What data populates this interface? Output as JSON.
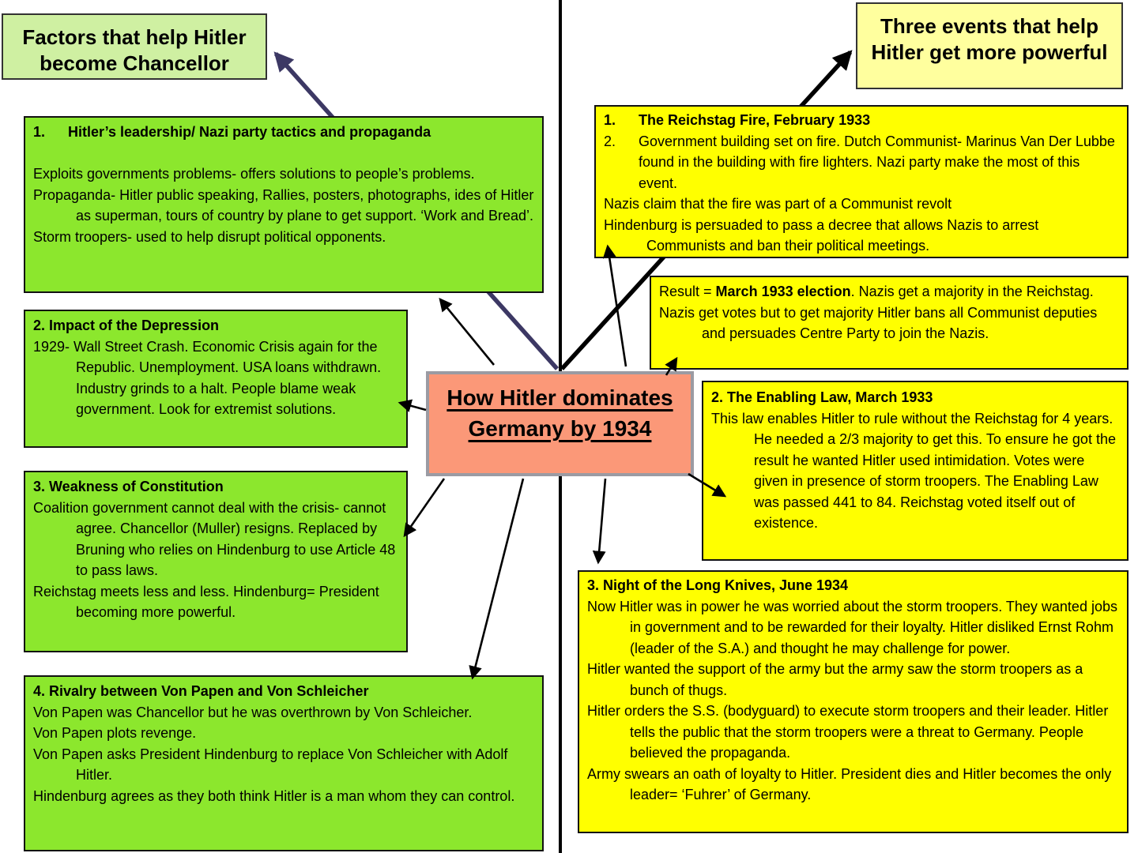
{
  "colors": {
    "bright_green": "#8CE72D",
    "pale_green": "#CFF0A2",
    "bright_yellow": "#FFFF00",
    "pale_yellow": "#FFFF9E",
    "center_salmon": "#FB9878",
    "purple_arrow": "#3C3864",
    "black_arrow": "#000000"
  },
  "center": {
    "line1": "How Hitler dominates",
    "line2": "Germany by 1934"
  },
  "left_header": {
    "line1": "Factors that help Hitler",
    "line2": "become Chancellor"
  },
  "right_header": {
    "line1": "Three events that help",
    "line2": "Hitler get more powerful"
  },
  "green_boxes": [
    {
      "num": "1.",
      "title": "Hitler’s leadership/ Nazi party tactics and propaganda",
      "paragraphs": [
        "Exploits governments problems- offers solutions to people’s problems.",
        "Propaganda- Hitler public speaking, Rallies, posters, photographs, ides of Hitler as superman, tours of country by plane to get support. ‘Work and Bread’.",
        "Storm troopers- used to help disrupt political opponents."
      ]
    },
    {
      "title": "2. Impact of the Depression",
      "paragraphs": [
        "1929- Wall Street Crash. Economic Crisis again for the Republic. Unemployment. USA loans withdrawn. Industry grinds to a halt. People blame weak government. Look for extremist solutions."
      ]
    },
    {
      "title": "3. Weakness of Constitution",
      "paragraphs": [
        "Coalition government cannot deal with the crisis- cannot agree. Chancellor (Muller) resigns. Replaced by Bruning who relies on Hindenburg to use Article 48 to pass laws.",
        "Reichstag meets less and less. Hindenburg= President becoming more powerful."
      ]
    },
    {
      "title": "4. Rivalry between Von Papen and Von Schleicher",
      "paragraphs": [
        "Von Papen was Chancellor but he was overthrown by Von Schleicher.",
        "Von Papen plots revenge.",
        "Von Papen asks President Hindenburg to replace Von Schleicher with Adolf Hitler.",
        "Hindenburg agrees as they both think Hitler is a man whom they can control."
      ]
    }
  ],
  "yellow_boxes": {
    "reichstag": {
      "item1_num": "1.",
      "item1_title": "The Reichstag Fire, February 1933",
      "item2_num": "2.",
      "item2_text": "Government building set on fire. Dutch Communist- Marinus Van Der Lubbe found in the building with fire lighters. Nazi party make the most of this event.",
      "paragraphs": [
        "Nazis claim that the fire was part of a Communist revolt",
        "Hindenburg is persuaded to pass a decree that allows Nazis to arrest Communists and ban their political meetings."
      ]
    },
    "result": {
      "prefix": "Result = ",
      "bold": "March 1933 election",
      "suffix": ". Nazis get a majority in the Reichstag.",
      "paragraph": "Nazis get votes but to get majority Hitler bans all Communist deputies and persuades Centre Party to join the Nazis."
    },
    "enabling": {
      "title": "2. The Enabling Law, March 1933",
      "paragraph": "This law enables Hitler to rule without the Reichstag for 4 years. He needed a 2/3 majority to get this. To ensure he got the result he wanted Hitler used intimidation. Votes were given in presence of storm troopers. The Enabling Law was passed 441 to 84. Reichstag voted itself out of existence."
    },
    "long_knives": {
      "title": "3. Night of the Long Knives, June 1934",
      "paragraphs": [
        "Now Hitler was in power he was worried about the storm troopers. They wanted jobs in government and to be rewarded for their loyalty. Hitler disliked Ernst Rohm (leader of the S.A.) and thought he may challenge for power.",
        "Hitler wanted the support of the army but the army saw the storm troopers as a bunch of thugs.",
        "Hitler orders the S.S. (bodyguard) to execute storm troopers and their leader. Hitler tells the public that the storm troopers were a threat to Germany. People believed the propaganda.",
        "Army swears an oath of loyalty to Hitler. President dies and Hitler becomes the only leader=  ‘Fuhrer’ of Germany."
      ]
    }
  }
}
